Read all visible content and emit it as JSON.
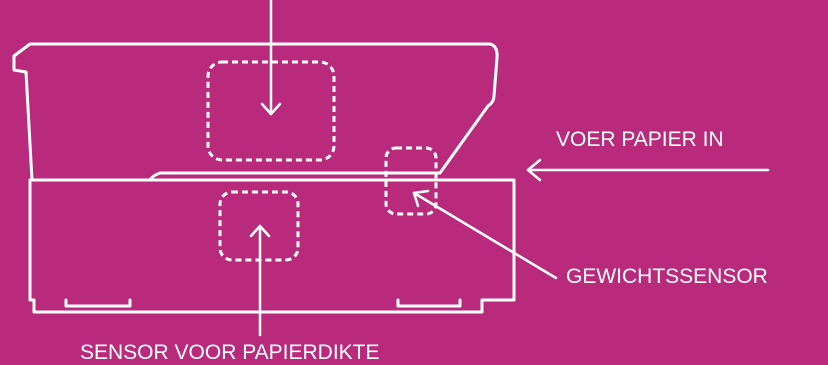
{
  "colors": {
    "background": "#b92a7d",
    "line": "#ffffff"
  },
  "labels": {
    "feed_paper": "VOER PAPIER IN",
    "weight_sensor": "GEWICHTSSENSOR",
    "thickness_sensor": "SENSOR VOOR PAPIERDIKTE"
  }
}
